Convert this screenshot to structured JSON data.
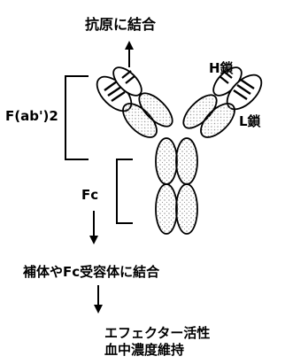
{
  "labels": {
    "antigen_binding": "抗原に結合",
    "heavy_chain": "H鎖",
    "light_chain": "L鎖",
    "fab_region": "F(ab')2",
    "fc_region": "Fc",
    "complement_binding": "補体やFc受容体に結合",
    "effector_activity": "エフェクター活性",
    "half_life": "血中濃度維持"
  },
  "colors": {
    "stroke": "#000000",
    "domain_fill": "#ffffff",
    "stipple": "#8a8a8a"
  }
}
